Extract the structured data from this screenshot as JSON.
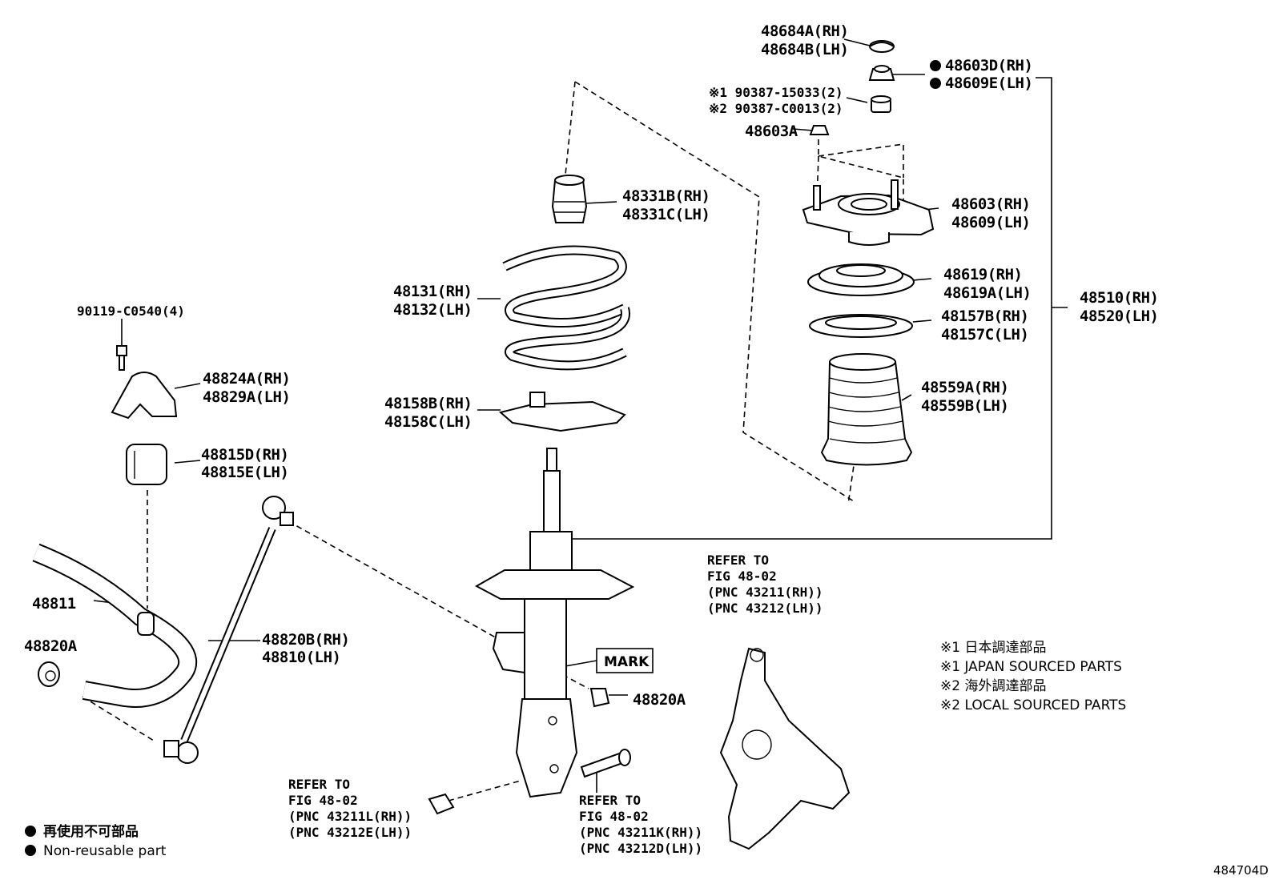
{
  "figure_id": "484704D",
  "labels": {
    "p48684": [
      "48684A(RH)",
      "48684B(LH)"
    ],
    "p48603D": [
      "48603D(RH)",
      "48609E(LH)"
    ],
    "p90387": [
      "※1 90387-15033(2)",
      "※2 90387-C0013(2)"
    ],
    "p48603A": "48603A",
    "p48331": [
      "48331B(RH)",
      "48331C(LH)"
    ],
    "p48603": [
      "48603(RH)",
      "48609(LH)"
    ],
    "p48131": [
      "48131(RH)",
      "48132(LH)"
    ],
    "p48619": [
      "48619(RH)",
      "48619A(LH)"
    ],
    "p48510": [
      "48510(RH)",
      "48520(LH)"
    ],
    "p48157": [
      "48157B(RH)",
      "48157C(LH)"
    ],
    "p90119": "90119-C0540(4)",
    "p48824": [
      "48824A(RH)",
      "48829A(LH)"
    ],
    "p48559": [
      "48559A(RH)",
      "48559B(LH)"
    ],
    "p48158": [
      "48158B(RH)",
      "48158C(LH)"
    ],
    "p48815": [
      "48815D(RH)",
      "48815E(LH)"
    ],
    "p48811": "48811",
    "p48820A_left": "48820A",
    "p48820": [
      "48820B(RH)",
      "48810(LH)"
    ],
    "p48820A_right": "48820A",
    "mark": "MARK"
  },
  "refs": {
    "knuckle": [
      "REFER TO",
      "FIG 48-02",
      "(PNC 43211(RH))",
      "(PNC 43212(LH))"
    ],
    "nut": [
      "REFER TO",
      "FIG 48-02",
      "(PNC 43211L(RH))",
      "(PNC 43212E(LH))"
    ],
    "bolt": [
      "REFER TO",
      "FIG 48-02",
      "(PNC 43211K(RH))",
      "(PNC 43212D(LH))"
    ]
  },
  "notes": [
    "※1 日本調達部品",
    "※1 JAPAN SOURCED PARTS",
    "※2 海外調達部品",
    "※2 LOCAL SOURCED PARTS"
  ],
  "legend": [
    "再使用不可部品",
    "Non-reusable part"
  ]
}
